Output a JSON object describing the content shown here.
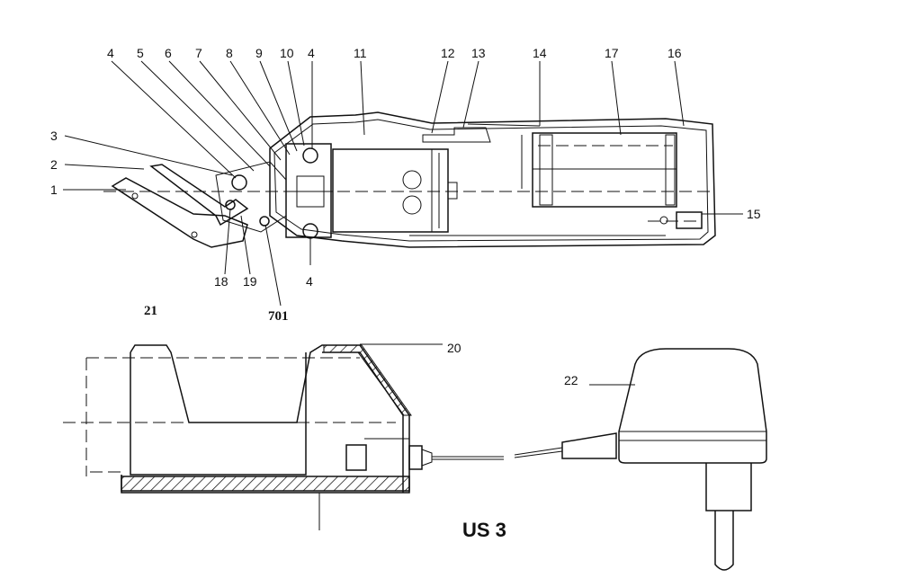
{
  "diagram": {
    "title": "US 3",
    "figure_number": "21",
    "part_labels": {
      "p1": "1",
      "p2": "2",
      "p3": "3",
      "p4a": "4",
      "p4b": "4",
      "p4c": "4",
      "p5": "5",
      "p6": "6",
      "p7": "7",
      "p8": "8",
      "p9": "9",
      "p10": "10",
      "p11": "11",
      "p12": "12",
      "p13": "13",
      "p14": "14",
      "p15": "15",
      "p16": "16",
      "p17": "17",
      "p18": "18",
      "p19": "19",
      "p20": "20",
      "p22": "22",
      "p701": "701"
    }
  }
}
